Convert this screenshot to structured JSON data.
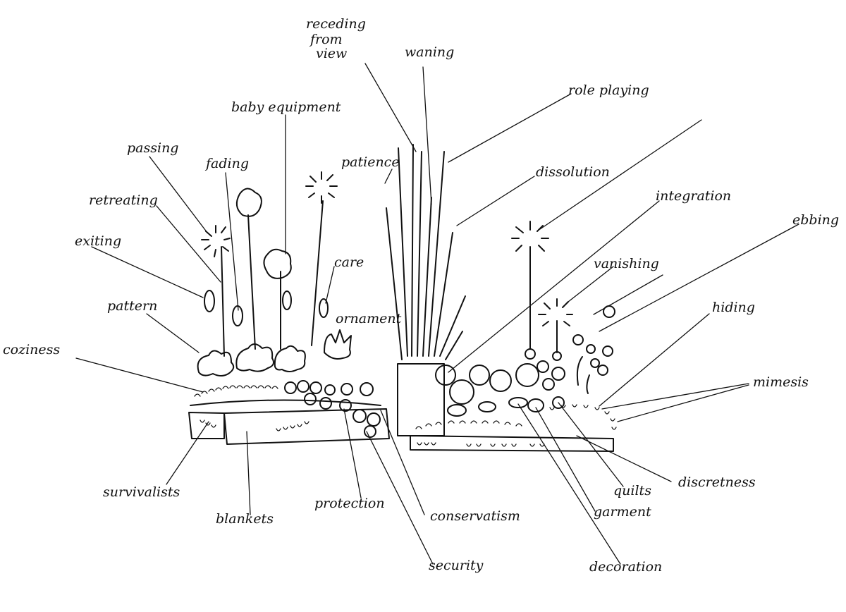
{
  "diagram": {
    "subject": "hand-drawn planting sketch with annotated elements",
    "labels": {
      "receding_from_view": [
        "receding",
        "from",
        "view"
      ],
      "waning": "waning",
      "role_playing": "role playing",
      "baby_equipment": "baby equipment",
      "passing": "passing",
      "fading": "fading",
      "patience": "patience",
      "dissolution": "dissolution",
      "retreating": "retreating",
      "integration": "integration",
      "ebbing": "ebbing",
      "exiting": "exiting",
      "care": "care",
      "vanishing": "vanishing",
      "pattern": "pattern",
      "ornament": "ornament",
      "hiding": "hiding",
      "coziness": "coziness",
      "mimesis": "mimesis",
      "survivalists": "survivalists",
      "blankets": "blankets",
      "protection": "protection",
      "conservatism": "conservatism",
      "security": "security",
      "discretness": "discretness",
      "quilts": "quilts",
      "garment": "garment",
      "decoration": "decoration"
    }
  }
}
